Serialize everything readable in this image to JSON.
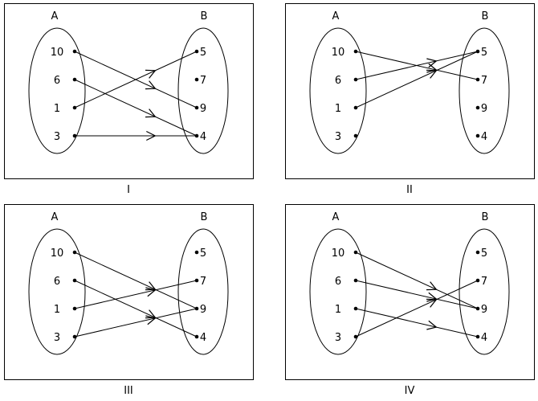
{
  "set_a_label": "A",
  "set_b_label": "B",
  "set_a": [
    "10",
    "6",
    "1",
    "3"
  ],
  "set_b": [
    "5",
    "7",
    "9",
    "4"
  ],
  "panels": [
    {
      "caption": "I",
      "mappings": [
        {
          "from": "10",
          "to": "9"
        },
        {
          "from": "6",
          "to": "4"
        },
        {
          "from": "1",
          "to": "5"
        },
        {
          "from": "3",
          "to": "4"
        }
      ]
    },
    {
      "caption": "II",
      "mappings": [
        {
          "from": "10",
          "to": "7"
        },
        {
          "from": "6",
          "to": "5"
        },
        {
          "from": "1",
          "to": "5"
        }
      ]
    },
    {
      "caption": "III",
      "mappings": [
        {
          "from": "10",
          "to": "9"
        },
        {
          "from": "6",
          "to": "4"
        },
        {
          "from": "1",
          "to": "7"
        },
        {
          "from": "3",
          "to": "9"
        }
      ]
    },
    {
      "caption": "IV",
      "mappings": [
        {
          "from": "10",
          "to": "9"
        },
        {
          "from": "6",
          "to": "9"
        },
        {
          "from": "1",
          "to": "4"
        },
        {
          "from": "3",
          "to": "7"
        }
      ]
    }
  ]
}
